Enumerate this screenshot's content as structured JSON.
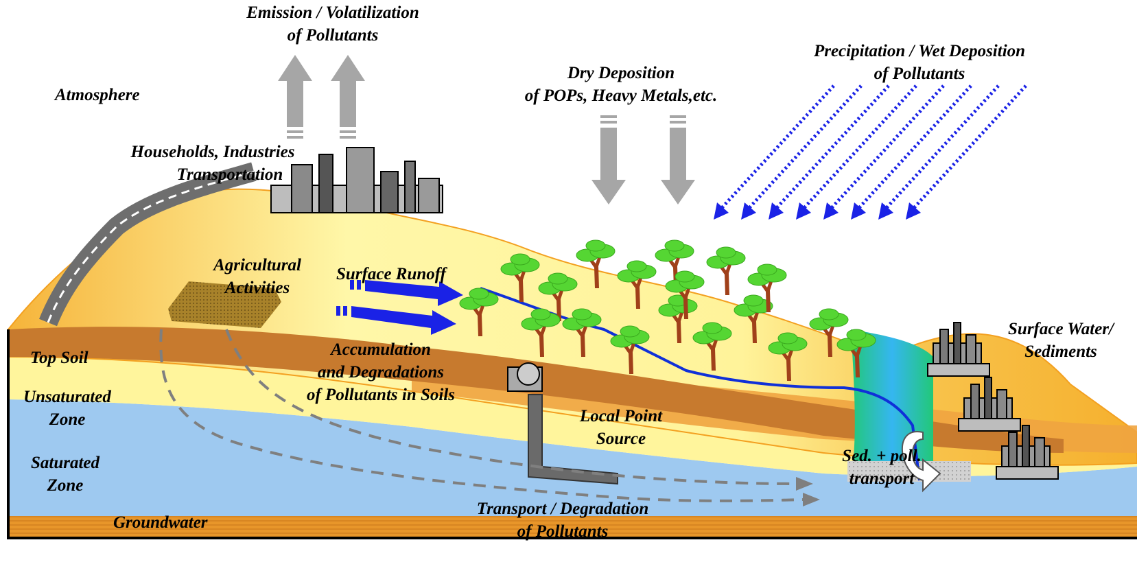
{
  "labels": {
    "emission": [
      "Emission / Volatilization",
      "of Pollutants"
    ],
    "atmosphere": "Atmosphere",
    "dry_deposition": [
      "Dry Deposition",
      "of POPs, Heavy Metals,etc."
    ],
    "precipitation": [
      "Precipitation / Wet Deposition",
      "of Pollutants"
    ],
    "households": [
      "Households, Industries",
      "Transportation"
    ],
    "agricultural": [
      "Agricultural",
      "Activities"
    ],
    "surface_runoff": "Surface Runoff",
    "accumulation": [
      "Accumulation",
      "and Degradations",
      "of  Pollutants in Soils"
    ],
    "local_point_source": [
      "Local Point",
      "Source"
    ],
    "surface_water": [
      "Surface Water/",
      "Sediments"
    ],
    "top_soil": "Top Soil",
    "unsaturated_zone": [
      "Unsaturated",
      "Zone"
    ],
    "saturated_zone": [
      "Saturated",
      "Zone"
    ],
    "groundwater": "Groundwater",
    "sed_transport": [
      "Sed. + poll.",
      "transport"
    ],
    "transport_degradation": [
      "Transport  / Degradation",
      "of Pollutants"
    ]
  },
  "colors": {
    "hill_light": "#fff39a",
    "hill_orange": "#f7b733",
    "topsoil": "#c77a2e",
    "groundwater": "#9ec9f0",
    "bedrock": "#e6901f",
    "tree_canopy": "#55d633",
    "trunk": "#a0401a",
    "river": "#1030d8",
    "arrow_gray": "#a6a6a6",
    "rain_blue": "#1a22e6",
    "dashed_path": "#7f7f7f",
    "riverbank_green": "#1ec87a"
  },
  "icons": [
    "factory-icon",
    "road-icon",
    "tree-icon",
    "outfall-pipe-icon",
    "circular-arrow-icon"
  ]
}
